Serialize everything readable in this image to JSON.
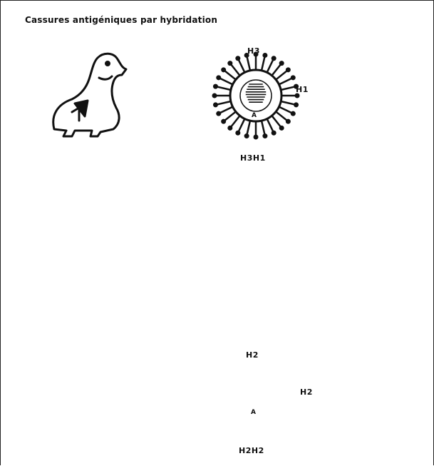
{
  "title": "Cassures antigéniques par hybridation",
  "top_virus": {
    "label_top": "H3",
    "label_side": "H1",
    "core_label": "A",
    "strain": "H3H1"
  },
  "bottom_virus": {
    "label_top": "H2",
    "label_side": "H2",
    "core_label": "A",
    "strain": "H2H2"
  },
  "icons": [
    "duck-icon",
    "pig-icon",
    "runner-icon",
    "virus-icon",
    "arrow-right-icon",
    "arrow-down-icon",
    "arrow-up-icon"
  ],
  "colors": {
    "ink": "#111111",
    "background": "#ffffff"
  }
}
